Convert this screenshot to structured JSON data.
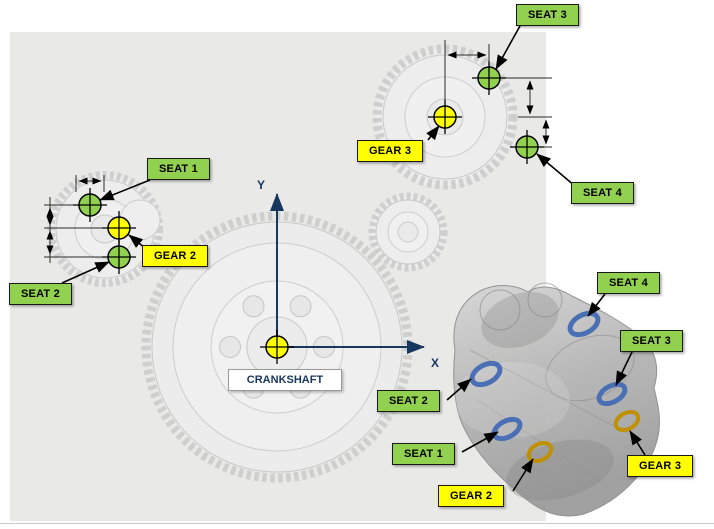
{
  "diagram_title": "crankshaft-gear-train-and-engine-block-seat-positions",
  "colors": {
    "panel_bg": "#e9e9e7",
    "seat_callout_bg": "#92d050",
    "gear_callout_bg": "#ffff00",
    "callout_border": "#1a1a1a",
    "callout_text": "#000000",
    "axis": "#17375e",
    "crankshaft_text": "#17375e",
    "seat_marker_fill": "#92d050",
    "gear_marker_fill": "#ffff00",
    "engine_seat_ring": "#4a6fb5",
    "engine_gear_ring": "#bf9000",
    "gear_drawing_line": "#c9c9c9"
  },
  "labels": {
    "seat1": "SEAT 1",
    "seat2": "SEAT 2",
    "seat3": "SEAT 3",
    "seat4": "SEAT 4",
    "gear2": "GEAR 2",
    "gear3": "GEAR 3",
    "crankshaft": "CRANKSHAFT",
    "axis_x": "X",
    "axis_y": "Y"
  },
  "callouts": {
    "gear_train_view": [
      {
        "label": "SEAT 3",
        "type": "seat",
        "points_to": "seat-3 position marker (green crosshair) on gear 3"
      },
      {
        "label": "GEAR 3",
        "type": "gear",
        "points_to": "gear-3 center marker (yellow crosshair)"
      },
      {
        "label": "SEAT 4",
        "type": "seat",
        "points_to": "seat-4 position marker (green crosshair) on gear 3"
      },
      {
        "label": "SEAT 1",
        "type": "seat",
        "points_to": "seat-1 position marker (green crosshair) on gear 2"
      },
      {
        "label": "GEAR 2",
        "type": "gear",
        "points_to": "gear-2 center marker (yellow crosshair)"
      },
      {
        "label": "SEAT 2",
        "type": "seat",
        "points_to": "seat-2 position marker (green crosshair) on gear 2"
      },
      {
        "label": "CRANKSHAFT",
        "type": "origin",
        "points_to": "crankshaft center marker (yellow crosshair), origin of X/Y axes"
      }
    ],
    "engine_block_view": [
      {
        "label": "SEAT 4",
        "type": "seat",
        "points_to": "seat-4 bearing bore (blue ring)"
      },
      {
        "label": "SEAT 3",
        "type": "seat",
        "points_to": "seat-3 bearing bore (blue ring)"
      },
      {
        "label": "SEAT 2",
        "type": "seat",
        "points_to": "seat-2 bearing bore (blue ring)"
      },
      {
        "label": "SEAT 1",
        "type": "seat",
        "points_to": "seat-1 bearing bore (blue ring)"
      },
      {
        "label": "GEAR 3",
        "type": "gear",
        "points_to": "gear-3 bore (gold ring)"
      },
      {
        "label": "GEAR 2",
        "type": "gear",
        "points_to": "gear-2 bore (gold ring)"
      }
    ]
  },
  "axes": {
    "x": "X",
    "y": "Y",
    "origin": "crankshaft center"
  }
}
